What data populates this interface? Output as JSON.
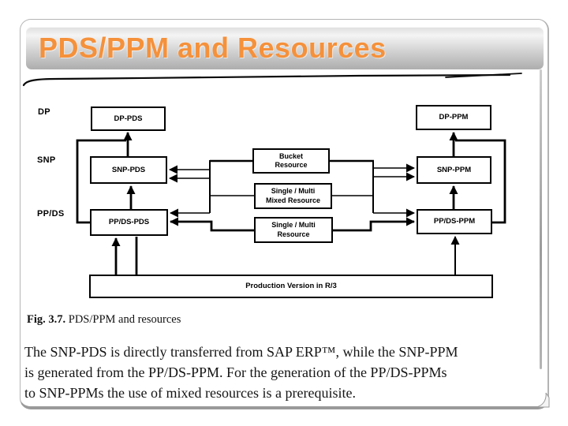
{
  "slide": {
    "header": {
      "title": "PDS/PPM and Resources"
    },
    "diagram": {
      "row_labels": [
        {
          "id": "dp",
          "text": "DP"
        },
        {
          "id": "snp",
          "text": "SNP"
        },
        {
          "id": "ppds",
          "text": "PP/DS"
        }
      ],
      "boxes": [
        {
          "id": "dp-pds",
          "label": "DP-PDS"
        },
        {
          "id": "snp-pds",
          "label": "SNP-PDS"
        },
        {
          "id": "ppds-pds",
          "label": "PP/DS-PDS"
        },
        {
          "id": "dp-ppm",
          "label": "DP-PPM"
        },
        {
          "id": "snp-ppm",
          "label": "SNP-PPM"
        },
        {
          "id": "ppds-ppm",
          "label": "PP/DS-PPM"
        },
        {
          "id": "bucket-resource",
          "label": "Bucket\nResource"
        },
        {
          "id": "single-multi-mixed-resource",
          "label": "Single / Multi\nMixed Resource"
        },
        {
          "id": "single-multi-resource",
          "label": "Single / Multi\nResource"
        },
        {
          "id": "production-version-r3",
          "label": "Production Version in R/3"
        }
      ]
    },
    "caption": {
      "prefix": "Fig. 3.7.",
      "text": " PDS/PPM and resources"
    },
    "body_lines": [
      "The SNP-PDS is directly transferred from SAP ERP™, while the SNP-PPM",
      "is generated from the PP/DS-PPM. For the generation of the PP/DS-PPMs",
      "to SNP-PPMs the use of mixed resources is a prerequisite."
    ]
  },
  "colors": {
    "title_orange": "#f5913b",
    "header_gradient_top": "#f4f4f4",
    "header_gradient_bottom": "#adadad",
    "frame_gray": "#9a9a9a",
    "diagram_line": "#000000"
  }
}
